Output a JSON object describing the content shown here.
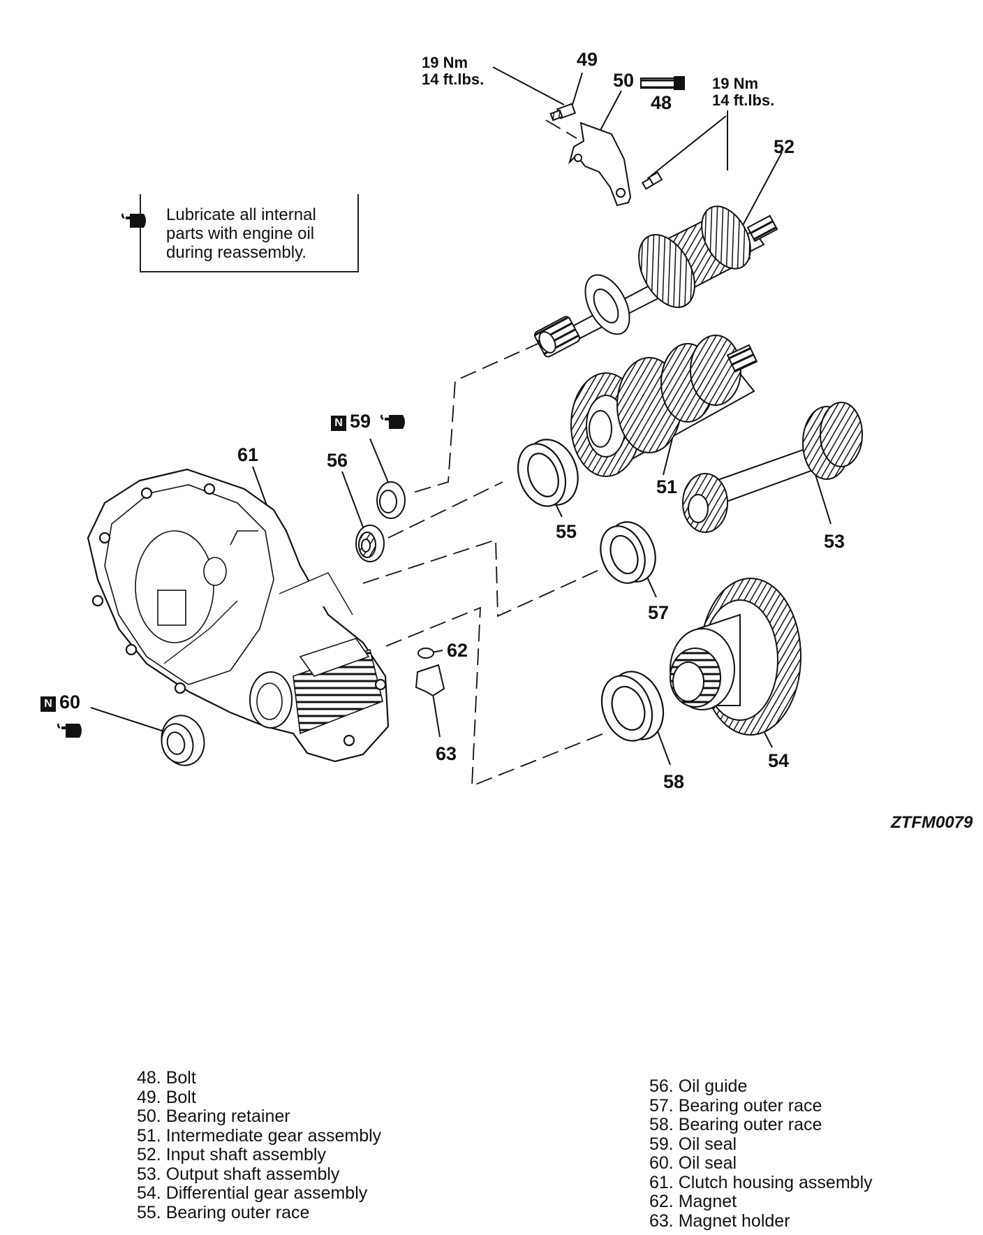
{
  "note": {
    "lines": [
      "Lubricate all internal",
      "parts with engine oil",
      "during reassembly."
    ]
  },
  "torque_specs": {
    "left": {
      "nm": "19 Nm",
      "ftlbs": "14 ft.lbs."
    },
    "right": {
      "nm": "19 Nm",
      "ftlbs": "14 ft.lbs."
    }
  },
  "callouts": {
    "c48": "48",
    "c49": "49",
    "c50": "50",
    "c51": "51",
    "c52": "52",
    "c53": "53",
    "c54": "54",
    "c55": "55",
    "c56": "56",
    "c57": "57",
    "c58": "58",
    "c59": "59",
    "c60": "60",
    "c61": "61",
    "c62": "62",
    "c63": "63"
  },
  "new_part_badge": "N",
  "figure_id": "ZTFM0079",
  "legend": {
    "left": [
      "48. Bolt",
      "49. Bolt",
      "50. Bearing retainer",
      "51. Intermediate gear assembly",
      "52. Input shaft assembly",
      "53. Output shaft assembly",
      "54. Differential gear assembly",
      "55. Bearing outer race"
    ],
    "right": [
      "56. Oil guide",
      "57. Bearing outer race",
      "58. Bearing outer race",
      "59. Oil seal",
      "60. Oil seal",
      "61. Clutch housing assembly",
      "62. Magnet",
      "63. Magnet holder"
    ]
  }
}
